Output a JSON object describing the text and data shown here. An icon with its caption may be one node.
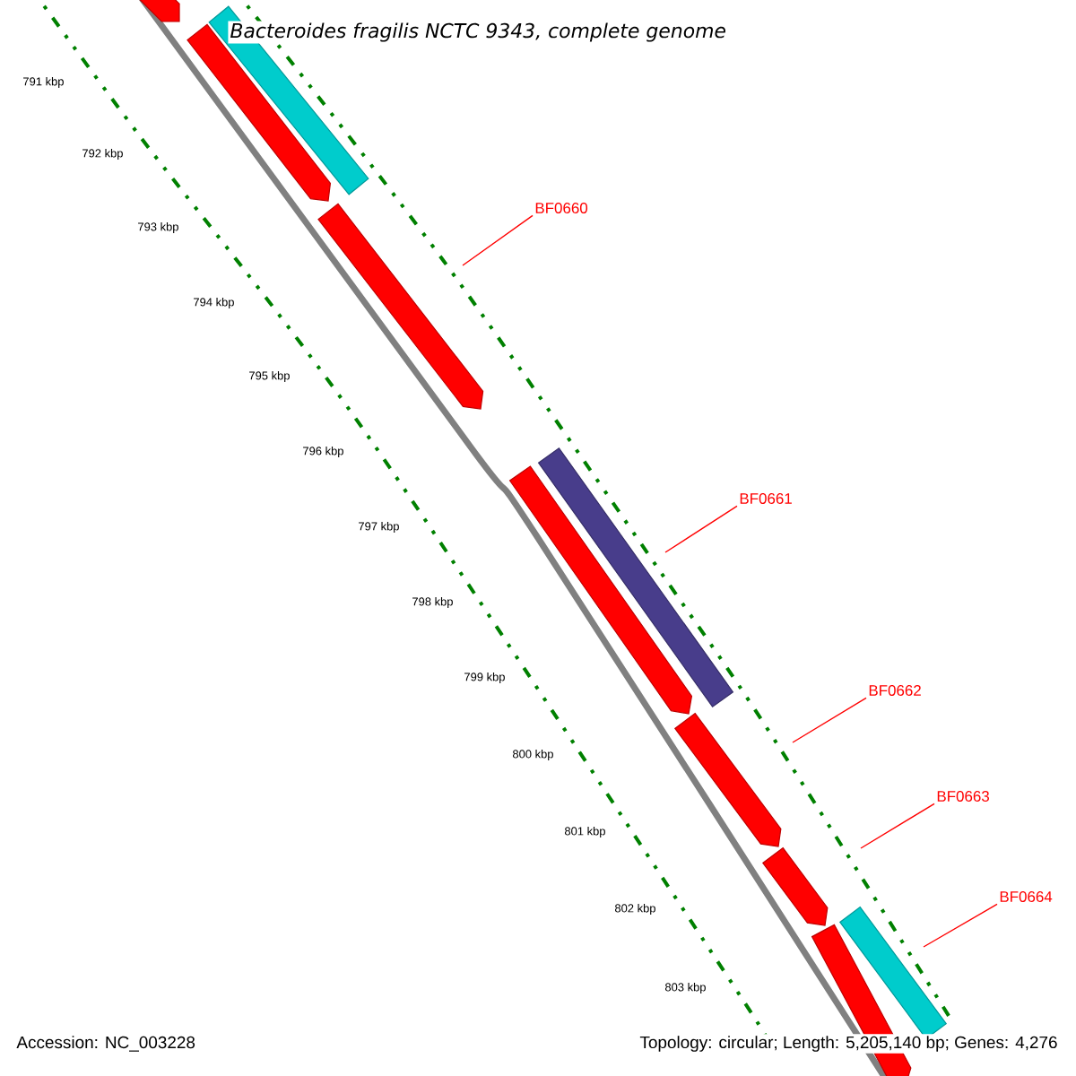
{
  "diagram": {
    "title": "Bacteroides fragilis NCTC 9343, complete genome",
    "nodes": [
      {
        "text": [
          "BF0660"
        ]
      },
      {
        "text": [
          "BF0661"
        ]
      },
      {
        "text": [
          "BF0662"
        ]
      },
      {
        "text": [
          "BF0663"
        ]
      },
      {
        "text": [
          "BF0664"
        ]
      }
    ],
    "edges": [
      {
        "from": 0,
        "to": null,
        "arrow": "none"
      },
      {
        "from": 1,
        "to": null,
        "arrow": "none"
      },
      {
        "from": 2,
        "to": null,
        "arrow": "none"
      },
      {
        "from": 3,
        "to": null,
        "arrow": "none"
      },
      {
        "from": 4,
        "to": null,
        "arrow": "none"
      }
    ],
    "labels": [
      "791 kbp",
      "792 kbp",
      "793 kbp",
      "794 kbp",
      "795 kbp",
      "796 kbp",
      "797 kbp",
      "798 kbp",
      "799 kbp",
      "800 kbp",
      "801 kbp",
      "802 kbp",
      "803 kbp",
      "Accession: NC_003228",
      "Topology: circular; Length: 5,205,140 bp; Genes: 4,276"
    ]
  }
}
